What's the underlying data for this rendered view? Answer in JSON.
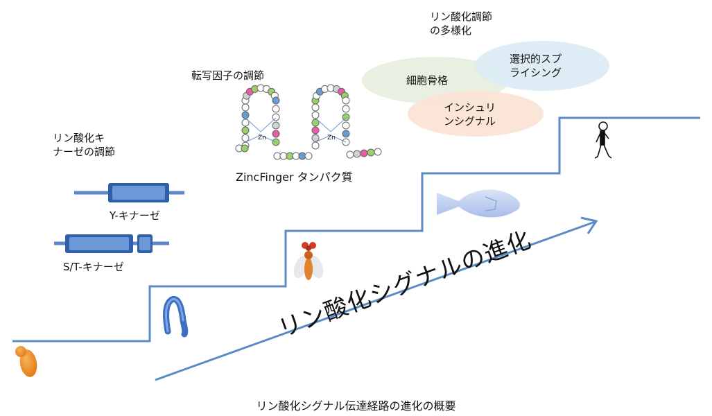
{
  "labels": {
    "kinase_regulation": "リン酸化キ\nナーゼの調節",
    "tf_regulation": "転写因子の調節",
    "diversification": "リン酸化調節\nの多様化",
    "zinc_finger": "ZincFinger タンパク質",
    "y_kinase": "Y-キナーゼ",
    "st_kinase": "S/T-キナーゼ",
    "zn": "Zn"
  },
  "ellipses": {
    "cytoskeleton": "細胞骨格",
    "splicing": "選択的スプ\nライシング",
    "insulin": "インシュリ\nンシグナル"
  },
  "main_title": "リン酸化シグナルの進化",
  "caption": "リン酸化シグナル伝達経路の進化の概要",
  "colors": {
    "stairs": "#5b8bc4",
    "arrow": "#5b8bc4",
    "kinase_box": "#5b86c8",
    "ellipse_cytoskeleton": "#e8efe0",
    "ellipse_splicing": "#dcecf4",
    "ellipse_insulin": "#fbe3d6",
    "yeast": "#f0912a",
    "fish": "#c9d6f0"
  },
  "icons": [
    "yeast-icon",
    "worm-icon",
    "fly-icon",
    "fish-icon",
    "human-icon",
    "zinc-finger-protein-icon"
  ]
}
